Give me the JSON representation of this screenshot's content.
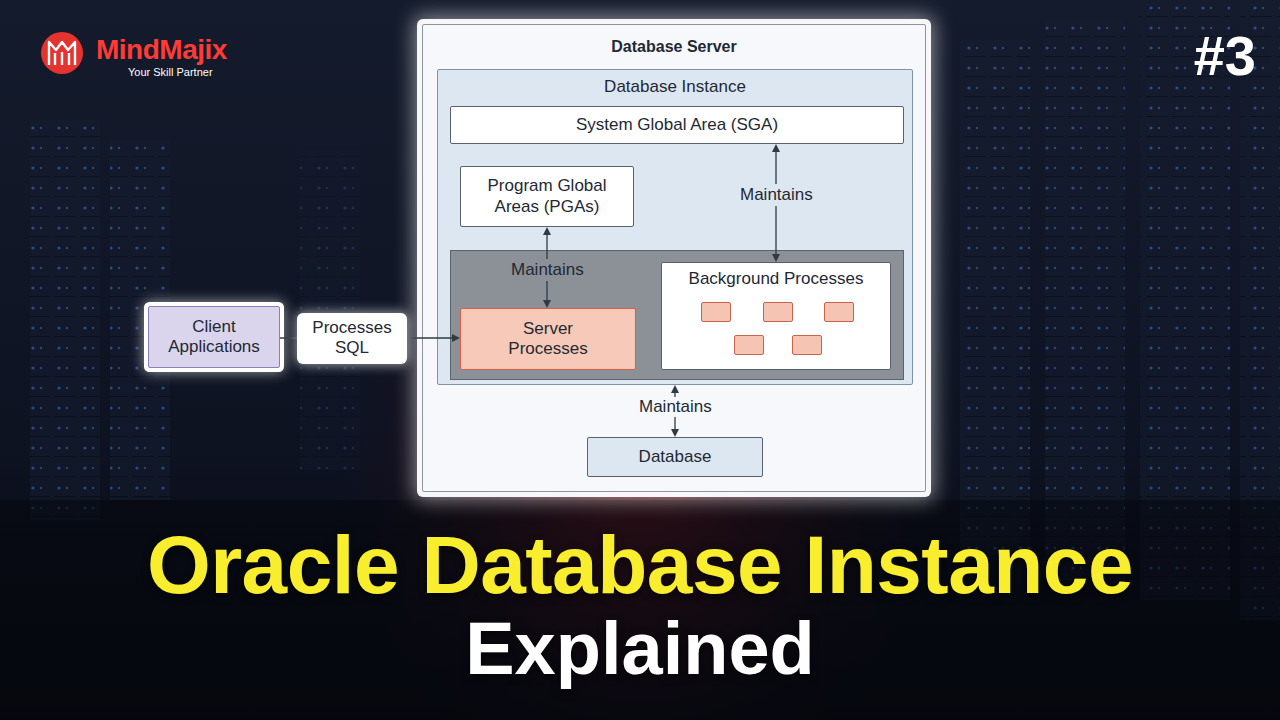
{
  "diagram": {
    "title": "Oracle Database Instance",
    "nodes": [
      {
        "text": [
          "Database Server"
        ]
      },
      {
        "text": [
          "Database Instance"
        ],
        "in": 0
      },
      {
        "text": [
          "System Global Area (SGA)"
        ],
        "in": 1
      },
      {
        "text": [
          "Program Global Areas (PGAs)"
        ],
        "in": 1
      },
      {
        "text": [
          "Server Processes"
        ],
        "in": 1
      },
      {
        "text": [
          "Background Processes"
        ],
        "in": 1
      },
      {
        "text": [
          "Database"
        ],
        "in": 0
      },
      {
        "text": [
          "Client Applications"
        ]
      }
    ],
    "edges": [
      {
        "from": 7,
        "to": 4,
        "arrow": "to",
        "label": "Processes SQL"
      },
      {
        "from": 3,
        "to": 4,
        "arrow": "both",
        "label": "Maintains"
      },
      {
        "from": 5,
        "to": 2,
        "arrow": "both",
        "label": "Maintains"
      },
      {
        "from": 1,
        "to": 6,
        "arrow": "both",
        "label": "Maintains"
      }
    ],
    "labels": [
      "MindMajix",
      "Your Skill Partner",
      "#3",
      "Explained"
    ]
  }
}
